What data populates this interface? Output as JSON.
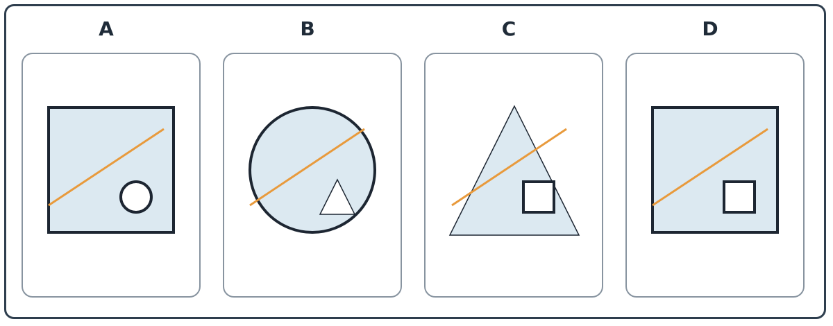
{
  "colors": {
    "frame_border": "#2e3e4e",
    "card_border": "#8894a0",
    "shape_fill": "#dce9f1",
    "shape_stroke": "#1d2632",
    "line_accent": "#e89a3c",
    "label_text": "#1f2b38"
  },
  "options": [
    {
      "label": "A",
      "outer_shape": "square",
      "inner_shape": "circle",
      "has_diagonal_line": true
    },
    {
      "label": "B",
      "outer_shape": "circle",
      "inner_shape": "triangle",
      "has_diagonal_line": true
    },
    {
      "label": "C",
      "outer_shape": "triangle",
      "inner_shape": "square",
      "has_diagonal_line": true
    },
    {
      "label": "D",
      "outer_shape": "square",
      "inner_shape": "square",
      "has_diagonal_line": true
    }
  ]
}
